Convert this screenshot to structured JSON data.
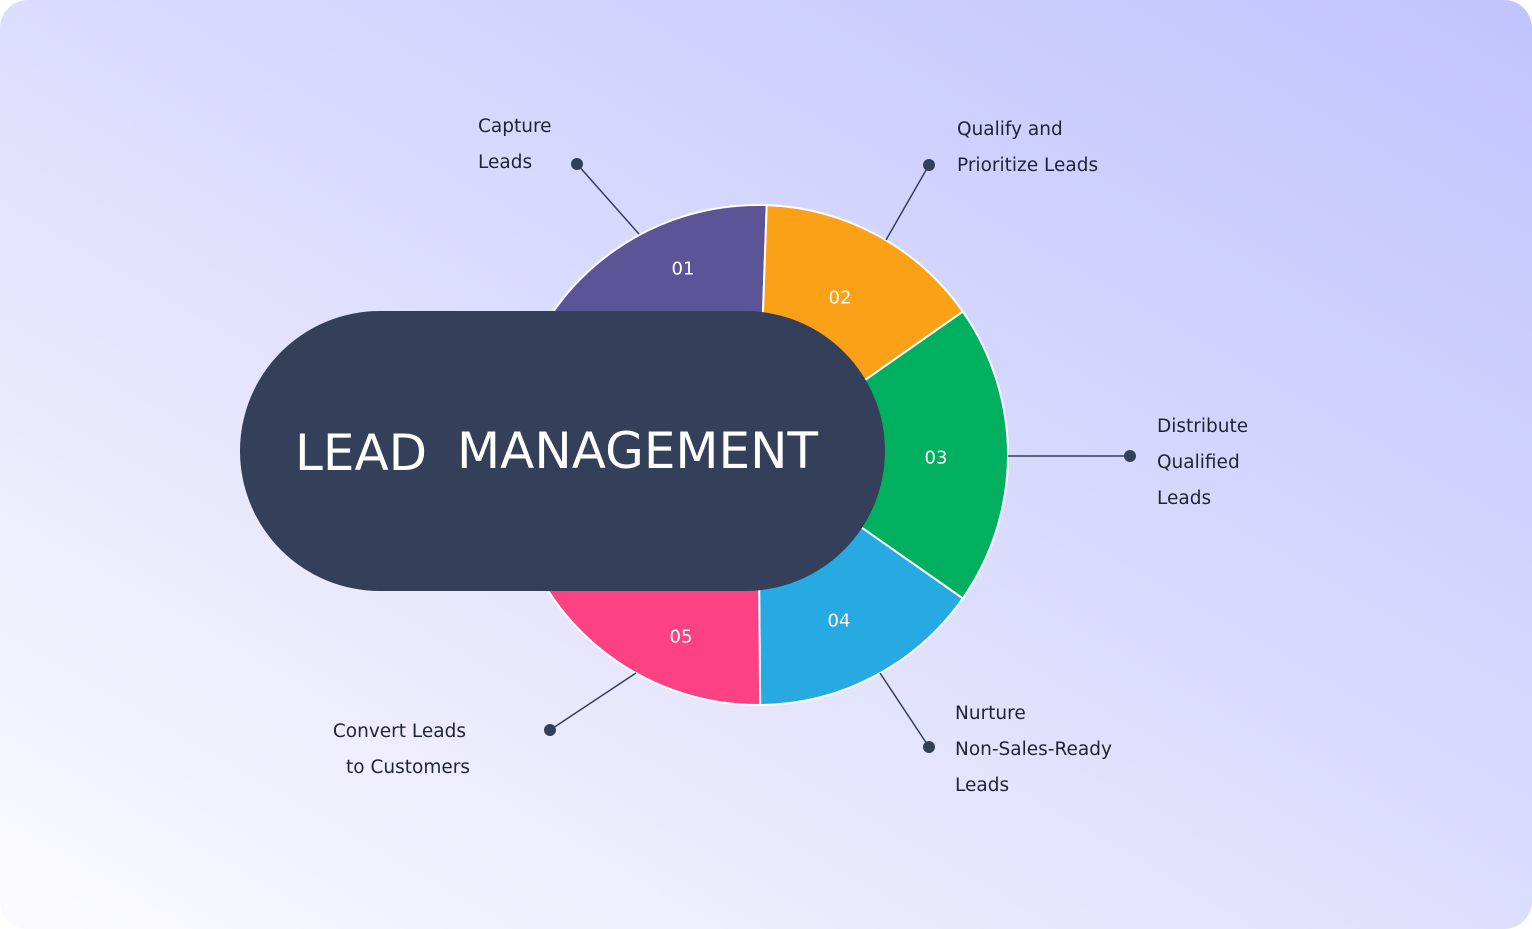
{
  "title": {
    "word1": "LEAD",
    "word2": "MANAGEMENT"
  },
  "colors": {
    "pill": "#344059",
    "connector": "#344059",
    "segment_text": "#ffffff"
  },
  "steps": [
    {
      "number": "01",
      "color": "#5b5598",
      "label_lines": [
        "Capture",
        "Leads"
      ]
    },
    {
      "number": "02",
      "color": "#fba118",
      "label_lines": [
        "Qualify and",
        "Prioritize Leads"
      ]
    },
    {
      "number": "03",
      "color": "#00b05f",
      "label_lines": [
        "Distribute",
        "Qualified",
        "Leads"
      ]
    },
    {
      "number": "04",
      "color": "#27a9e1",
      "label_lines": [
        "Nurture",
        "Non-Sales-Ready",
        "Leads"
      ]
    },
    {
      "number": "05",
      "color": "#fd4283",
      "label_lines": [
        "Convert Leads",
        "to Customers"
      ]
    }
  ]
}
